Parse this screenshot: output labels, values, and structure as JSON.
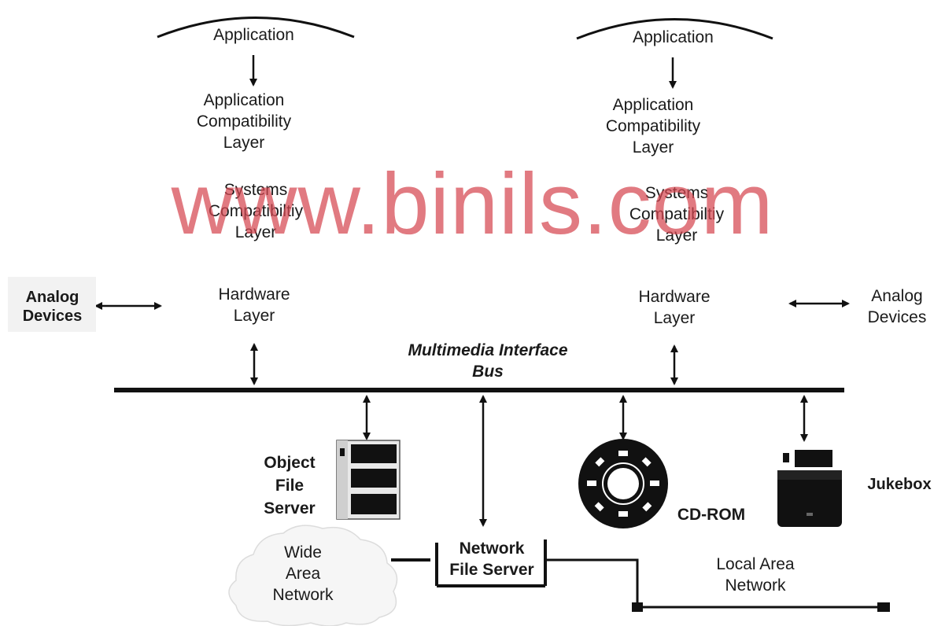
{
  "left_stack": {
    "application": "Application",
    "app_compat": [
      "Application",
      "Compatibility",
      "Layer"
    ],
    "sys_compat": [
      "Systems",
      "Compatibiltiy",
      "Layer"
    ],
    "hardware": [
      "Hardware",
      "Layer"
    ],
    "analog": [
      "Analog",
      "Devices"
    ]
  },
  "right_stack": {
    "application": "Application",
    "app_compat": [
      "Application",
      "Compatibility",
      "Layer"
    ],
    "sys_compat": [
      "Systems",
      "Compatibiltiy",
      "Layer"
    ],
    "hardware": [
      "Hardware",
      "Layer"
    ],
    "analog": [
      "Analog",
      "Devices"
    ]
  },
  "bus": [
    "Multimedia Interface",
    "Bus"
  ],
  "devices": {
    "object_file_server": [
      "Object",
      "File",
      "Server"
    ],
    "cd_rom": "CD-ROM",
    "jukebox": "Jukebox",
    "network_file_server": [
      "Network",
      "File Server"
    ],
    "wan": [
      "Wide",
      "Area",
      "Network"
    ],
    "lan": [
      "Local Area",
      "Network"
    ]
  },
  "watermark": "www.binils.com"
}
